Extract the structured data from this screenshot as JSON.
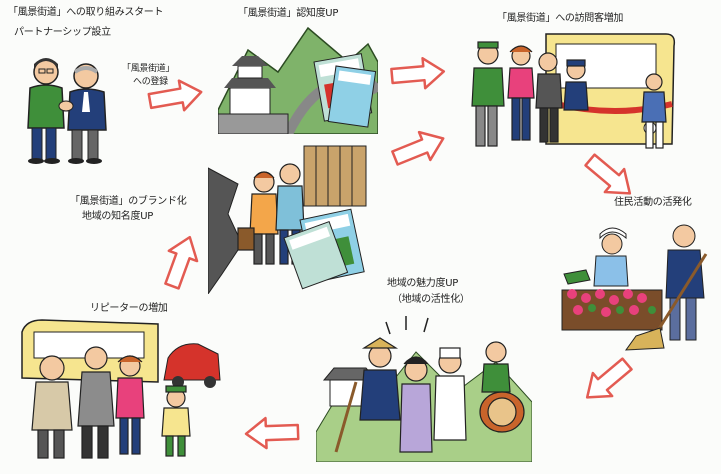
{
  "captions": {
    "step1_title": "「風景街道」への取り組みスタート",
    "step1_sub": "パートナーシップ設立",
    "registration_line1": "「風景街道」",
    "registration_line2": "への登録",
    "step2": "「風景街道」認知度UP",
    "step3": "「風景街道」への訪問客増加",
    "step4": "住民活動の活発化",
    "step5_line1": "地域の魅力度UP",
    "step5_line2": "（地域の活性化）",
    "step6": "リピーターの増加",
    "step7_line1": "「風景街道」のブランド化",
    "step7_line2": "地域の知名度UP"
  },
  "colors": {
    "arrow_fill": "#ffffff",
    "arrow_stroke": "#e35b52",
    "green": "#3f8f3a",
    "skin": "#f3c9a1",
    "navy": "#233f7a",
    "bus_yellow": "#f6e58f",
    "bus_red": "#d5332b",
    "flowers": "#e8417c"
  },
  "icons": [
    "handshake-illustration",
    "castle-road-illustration",
    "tourists-bus-illustration",
    "gardening-illustration",
    "festival-illustration",
    "repeaters-illustration",
    "brand-guidebook-illustration",
    "flow-arrow"
  ]
}
